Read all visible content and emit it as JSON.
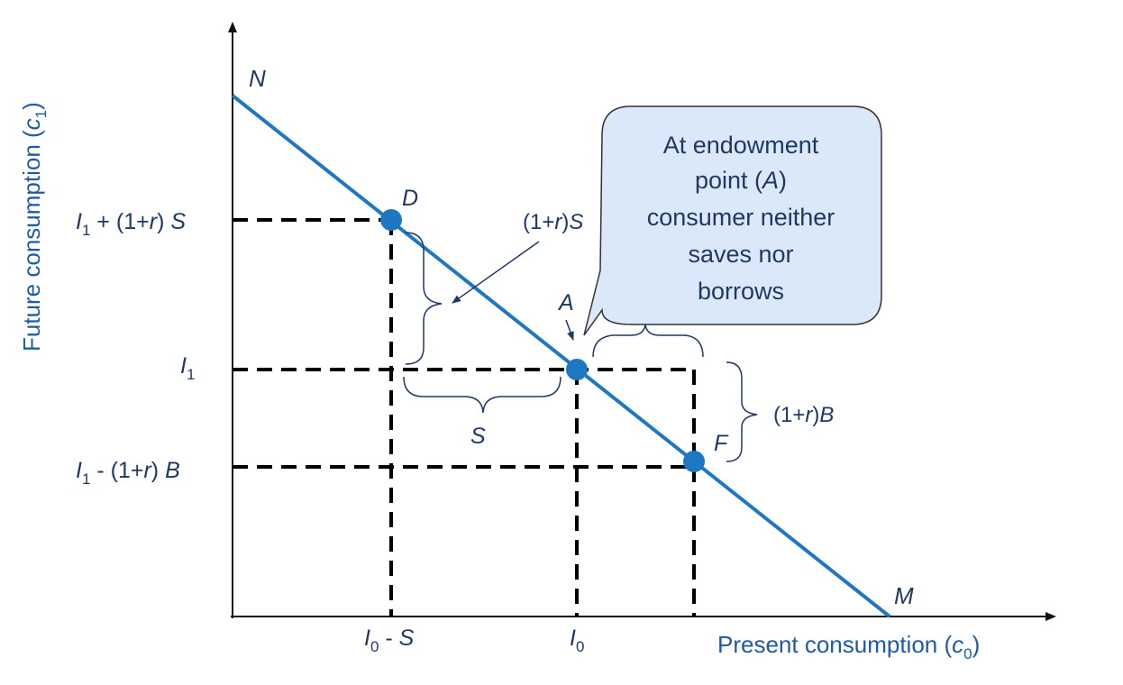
{
  "colors": {
    "budget_line": "#1f77c4",
    "points": "#1f77c4",
    "label_text": "#1f3864",
    "axis_title": "#1f5aa6",
    "callout_fill": "#dbe8f9",
    "callout_border": "#333333"
  },
  "axes": {
    "y_title": {
      "main": "Future consumption (",
      "var": "c",
      "sub": "1",
      "close": ")"
    },
    "x_title": {
      "main": "Present consumption (",
      "var": "c",
      "sub": "0",
      "close": ")"
    }
  },
  "line_endpoints": {
    "top": "N",
    "bottom": "M"
  },
  "points": {
    "D": "D",
    "A": "A",
    "F": "F"
  },
  "y_ticks": {
    "upper": {
      "I": "I",
      "sub": "1",
      "rest": " + (1+",
      "r": "r",
      "close": ") ",
      "var": "S"
    },
    "middle": {
      "I": "I",
      "sub": "1"
    },
    "lower": {
      "I": "I",
      "sub": "1",
      "rest": " - (1+",
      "r": "r",
      "close": ") ",
      "var": "B"
    }
  },
  "x_ticks": {
    "left": {
      "I": "I",
      "sub": "0",
      "rest": " - ",
      "var": "S"
    },
    "middle": {
      "I": "I",
      "sub": "0"
    }
  },
  "brace_labels": {
    "saving_return": {
      "open": "(1+",
      "r": "r",
      "close": ")",
      "var": "S"
    },
    "saving": "S",
    "borrow_cost": {
      "open": "(1+",
      "r": "r",
      "close": ")",
      "var": "B"
    }
  },
  "callout": {
    "line1": "At endowment",
    "line2_pre": "point (",
    "line2_var": "A",
    "line2_post": ")",
    "line3": "consumer neither",
    "line4": "saves nor",
    "line5": "borrows"
  }
}
